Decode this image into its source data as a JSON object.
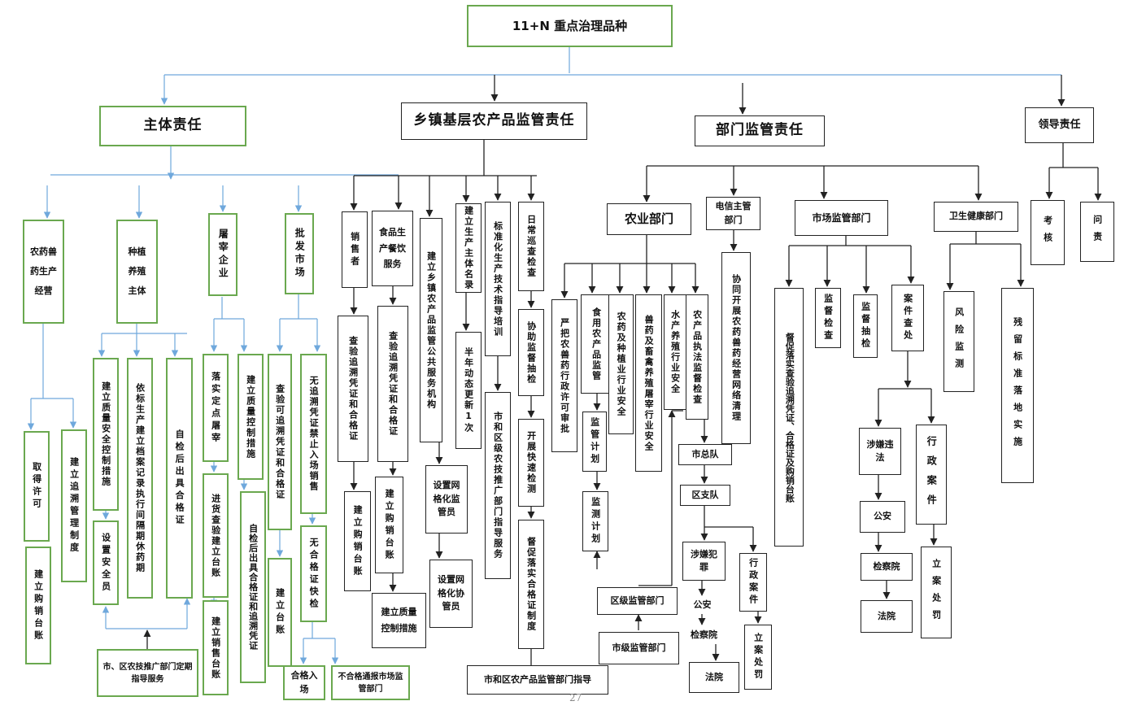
{
  "colors": {
    "blue_connector": "#6fa8dc",
    "dark_connector": "#222222",
    "green_border": "#6aa84f"
  },
  "root": "11+N 重点治理品种",
  "main": {
    "subject": "主体责任",
    "township": "乡镇基层农产品监管责任",
    "dept": "部门监管责任",
    "leader": "领导责任"
  },
  "subject": {
    "agri_vet": "农药兽药生产经营",
    "planting": "种植养殖主体",
    "slaughter": "屠宰企业",
    "wholesale": "批发市场",
    "permit": "取得许可",
    "purchase_ledger": "建立购销台账",
    "trace_system": "建立追溯管理制度",
    "qc_measures": "建立质量安全控制措施",
    "safety_officer": "设置安全员",
    "records": "依标生产建立档案记录执行间隔期休药期",
    "self_check": "自检后出具合格证",
    "guidance": "市、区农技推广部门定期指导服务",
    "fixed_point": "落实定点屠宰",
    "inbound": "进货查验建立台账",
    "sales_ledger": "建立销售台账",
    "slaughter_qc": "建立质量控制措施",
    "slaughter_self": "自检后出具合格证和追溯凭证",
    "check_trace": "查验可追溯凭证和合格证",
    "ws_ledger": "建立台账",
    "no_trace": "无追溯凭证禁止入场销售",
    "no_cert": "无合格证快检",
    "pass_in": "合格入场",
    "fail_report": "不合格通报市场监管部门",
    "seller": "销售者",
    "catering": "食品生产餐饮服务",
    "seller_check": "查验追溯凭证和合格证",
    "seller_ledger": "建立购销台账",
    "cat_check": "查验追溯凭证和合格证",
    "cat_ledger": "建立购销台账",
    "cat_qc": "建立质量控制措施"
  },
  "township": {
    "org": "建立乡镇农产品监管公共服务机构",
    "grid_staff": "设置网格化监管员",
    "grid_assist": "设置网格化协管员",
    "roster": "建立生产主体名录",
    "update": "半年动态更新1次",
    "std_training": "标准化生产技术指导培训",
    "tech_guide": "市和区级农技推广部门指导服务",
    "patrol": "日常巡查检查",
    "assist_check": "协助监督抽检",
    "fast_test": "开展快速检测",
    "cert_system": "督促落实合格证制度",
    "dept_guide": "市和区农产品监管部门指导"
  },
  "dept": {
    "agri": "农业部门",
    "telecom": "电信主管部门",
    "market": "市场监管部门",
    "health": "卫生健康部门",
    "a1": "严把农兽药行政许可审批",
    "a2": "食用农产品监管",
    "a2a": "监管计划",
    "a2b": "监测计划",
    "a3": "农药及种植业行业安全",
    "a4": "兽药及畜禽养殖屠宰行业安全",
    "a5": "水产养殖行业安全",
    "a6": "农产品执法监督检查",
    "city_team": "市总队",
    "district_team": "区支队",
    "crime": "涉嫌犯罪",
    "police": "公安",
    "procuratorate": "检察院",
    "court": "法院",
    "admin_case": "行政案件",
    "register": "立案处罚",
    "district_dept": "区级监管部门",
    "city_dept": "市级监管部门",
    "telecom_task": "协同开展农药兽药经营网络清理",
    "m1": "督促落实查验追溯凭证、合格证及购销台账",
    "m2": "监督检查",
    "m3": "监督抽检",
    "m4": "案件查处",
    "m_crime": "涉嫌违法",
    "m_police": "公安",
    "m_procuratorate": "检察院",
    "m_court": "法院",
    "m_admin": "行政案件",
    "m_register": "立案处罚",
    "risk": "风险监测",
    "residue": "残留标准落地实施"
  },
  "leader": {
    "assess": "考核",
    "account": "问责"
  },
  "page_number": "27"
}
